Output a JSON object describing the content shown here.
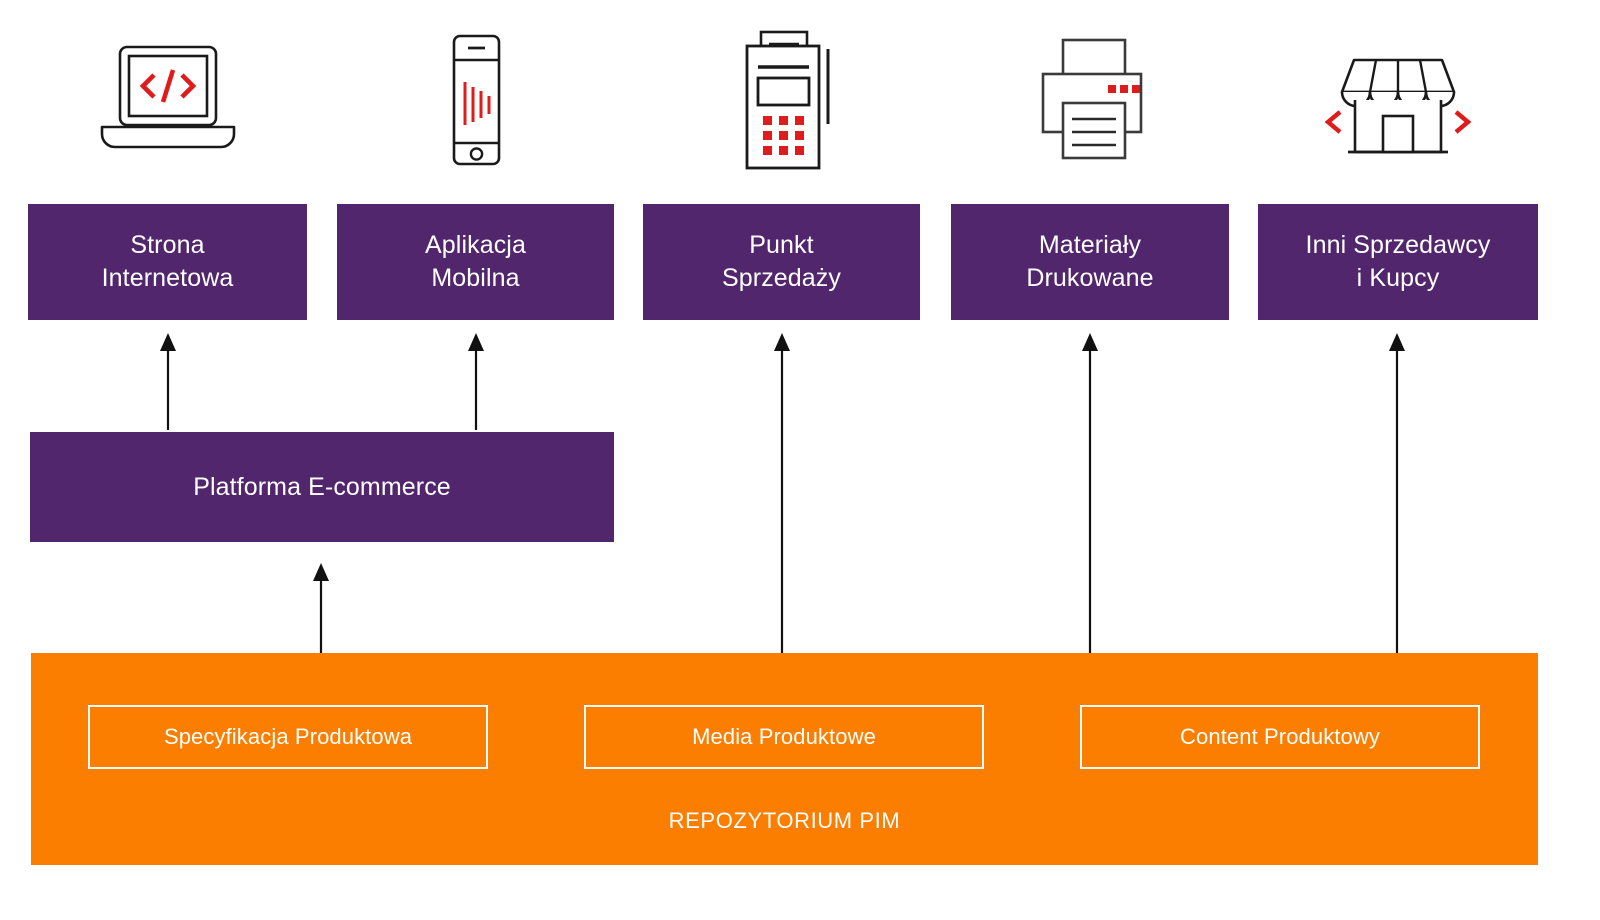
{
  "diagram": {
    "title": "PIM repository distribution diagram",
    "colors": {
      "purple": "#52266D",
      "orange": "#FB7E00",
      "accent_red": "#E01B1B",
      "stroke": "#1A1A1A",
      "white": "#FFFFFF"
    }
  },
  "channels": [
    {
      "icon": "laptop-code-icon",
      "label": "Strona\nInternetowa"
    },
    {
      "icon": "mobile-phone-icon",
      "label": "Aplikacja\nMobilna"
    },
    {
      "icon": "pos-terminal-icon",
      "label": "Punkt\nSprzedaży"
    },
    {
      "icon": "printer-icon",
      "label": "Materiały\nDrukowane"
    },
    {
      "icon": "storefront-icon",
      "label": "Inni Sprzedawcy\ni Kupcy"
    }
  ],
  "platform": {
    "label": "Platforma E-commerce"
  },
  "pim": {
    "title": "REPOZYTORIUM PIM",
    "cards": [
      {
        "label": "Specyfikacja Produktowa"
      },
      {
        "label": "Media Produktowe"
      },
      {
        "label": "Content Produktowy"
      }
    ]
  }
}
